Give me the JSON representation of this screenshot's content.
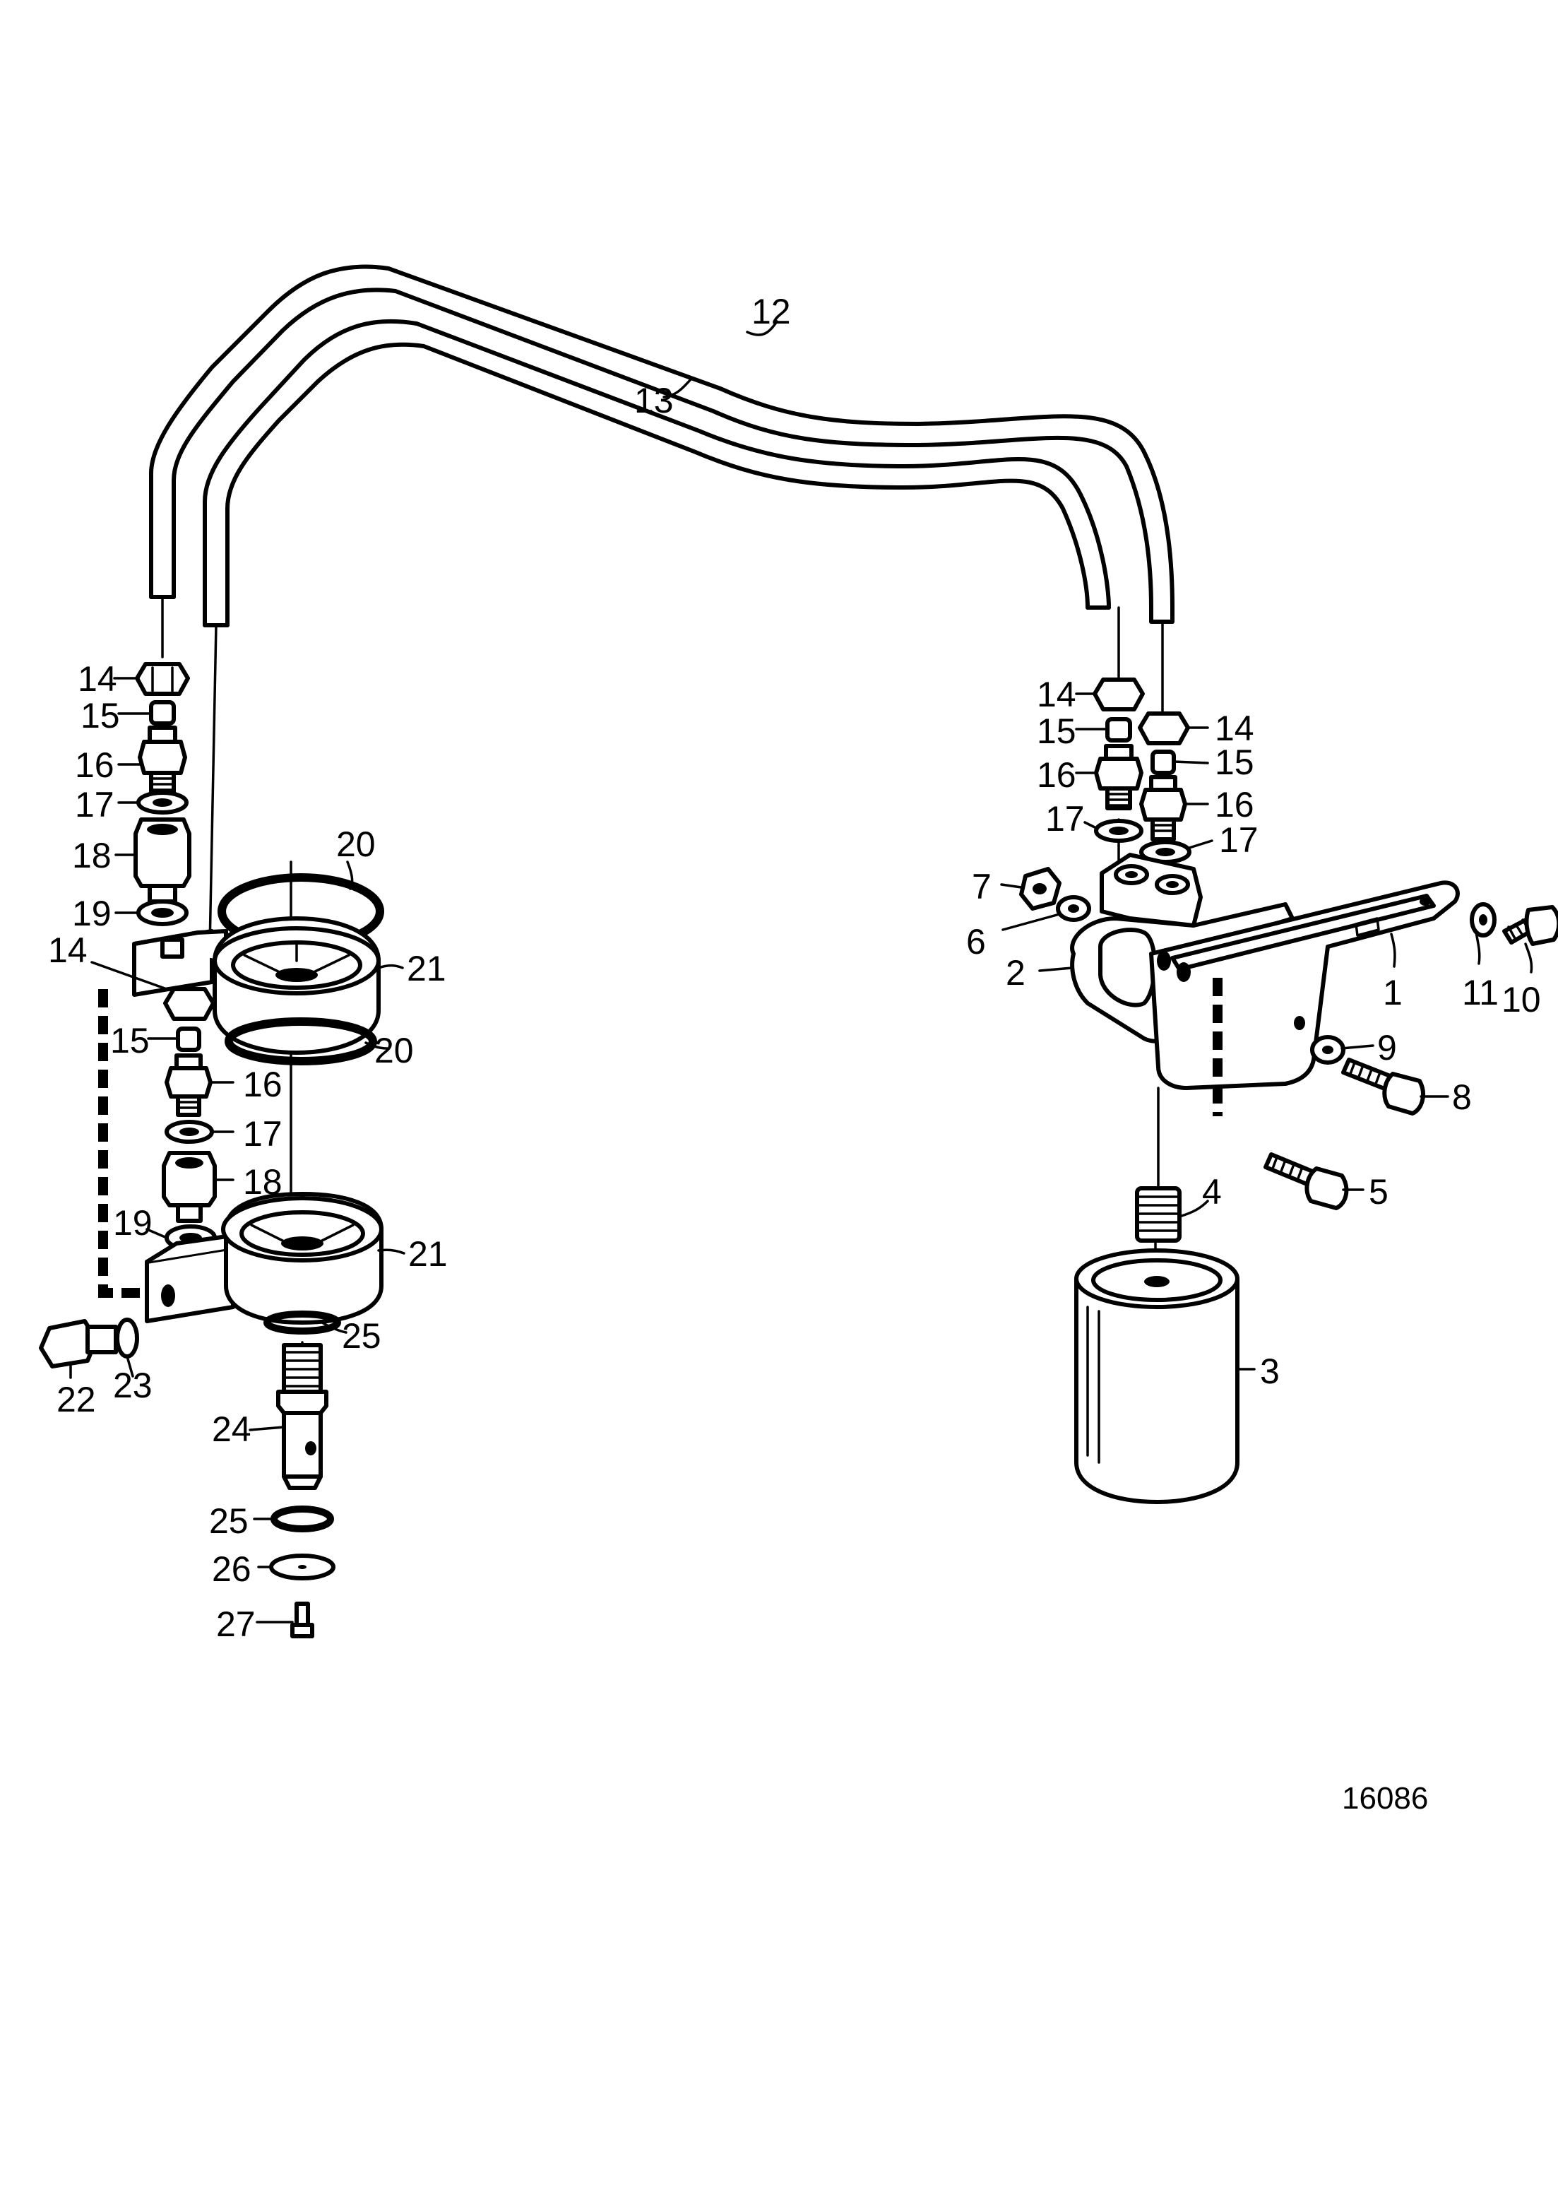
{
  "labels": {
    "l1": "1",
    "l2": "2",
    "l3": "3",
    "l4": "4",
    "l5": "5",
    "l6": "6",
    "l7": "7",
    "l8": "8",
    "l9": "9",
    "l10": "10",
    "l11": "11",
    "l12": "12",
    "l13": "13",
    "l14a": "14",
    "l14b": "14",
    "l14c": "14",
    "l14d": "14",
    "l15a": "15",
    "l15b": "15",
    "l15c": "15",
    "l15d": "15",
    "l16a": "16",
    "l16b": "16",
    "l16c": "16",
    "l16d": "16",
    "l17a": "17",
    "l17b": "17",
    "l17c": "17",
    "l17d": "17",
    "l18a": "18",
    "l18b": "18",
    "l19a": "19",
    "l19b": "19",
    "l20a": "20",
    "l20b": "20",
    "l21a": "21",
    "l21b": "21",
    "l22": "22",
    "l23": "23",
    "l24": "24",
    "l25a": "25",
    "l25b": "25",
    "l26": "26",
    "l27": "27"
  },
  "figure_number": "16086"
}
